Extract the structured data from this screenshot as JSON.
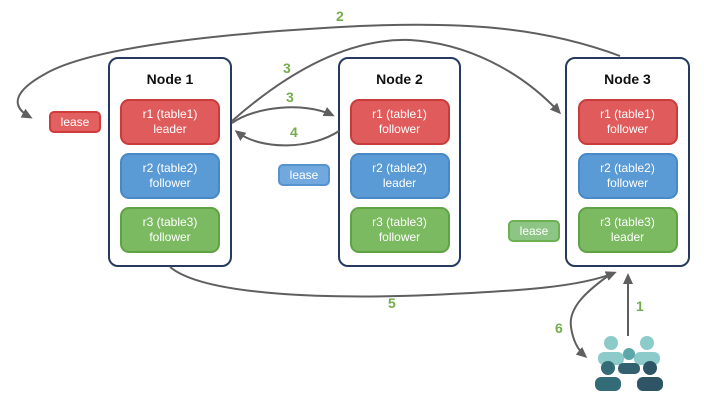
{
  "diagram": {
    "nodes": [
      {
        "title": "Node 1",
        "replicas": [
          {
            "label": "r1 (table1)",
            "role": "leader"
          },
          {
            "label": "r2 (table2)",
            "role": "follower"
          },
          {
            "label": "r3 (table3)",
            "role": "follower"
          }
        ]
      },
      {
        "title": "Node 2",
        "replicas": [
          {
            "label": "r1 (table1)",
            "role": "follower"
          },
          {
            "label": "r2 (table2)",
            "role": "leader"
          },
          {
            "label": "r3 (table3)",
            "role": "follower"
          }
        ]
      },
      {
        "title": "Node 3",
        "replicas": [
          {
            "label": "r1 (table1)",
            "role": "follower"
          },
          {
            "label": "r2 (table2)",
            "role": "follower"
          },
          {
            "label": "r3 (table3)",
            "role": "leader"
          }
        ]
      }
    ],
    "leases": [
      {
        "label": "lease",
        "color": "#e26060"
      },
      {
        "label": "lease",
        "color": "#71a9de"
      },
      {
        "label": "lease",
        "color": "#8cc584"
      }
    ],
    "steps": {
      "step1": "1",
      "step2": "2",
      "step3a": "3",
      "step3b": "3",
      "step4": "4",
      "step5": "5",
      "step6": "6"
    },
    "icons": {
      "clients": "users-group-icon"
    },
    "colors": {
      "arrow": "#5f5f5f",
      "step_label": "#74ad4c",
      "node_border": "#253a5e",
      "replica_red": "#e05c5c",
      "replica_blue": "#5b9bd5",
      "replica_green": "#7cba62",
      "client_light": "#8ccbca",
      "client_mid": "#5ba7ab",
      "client_dark": "#2d5566"
    }
  }
}
